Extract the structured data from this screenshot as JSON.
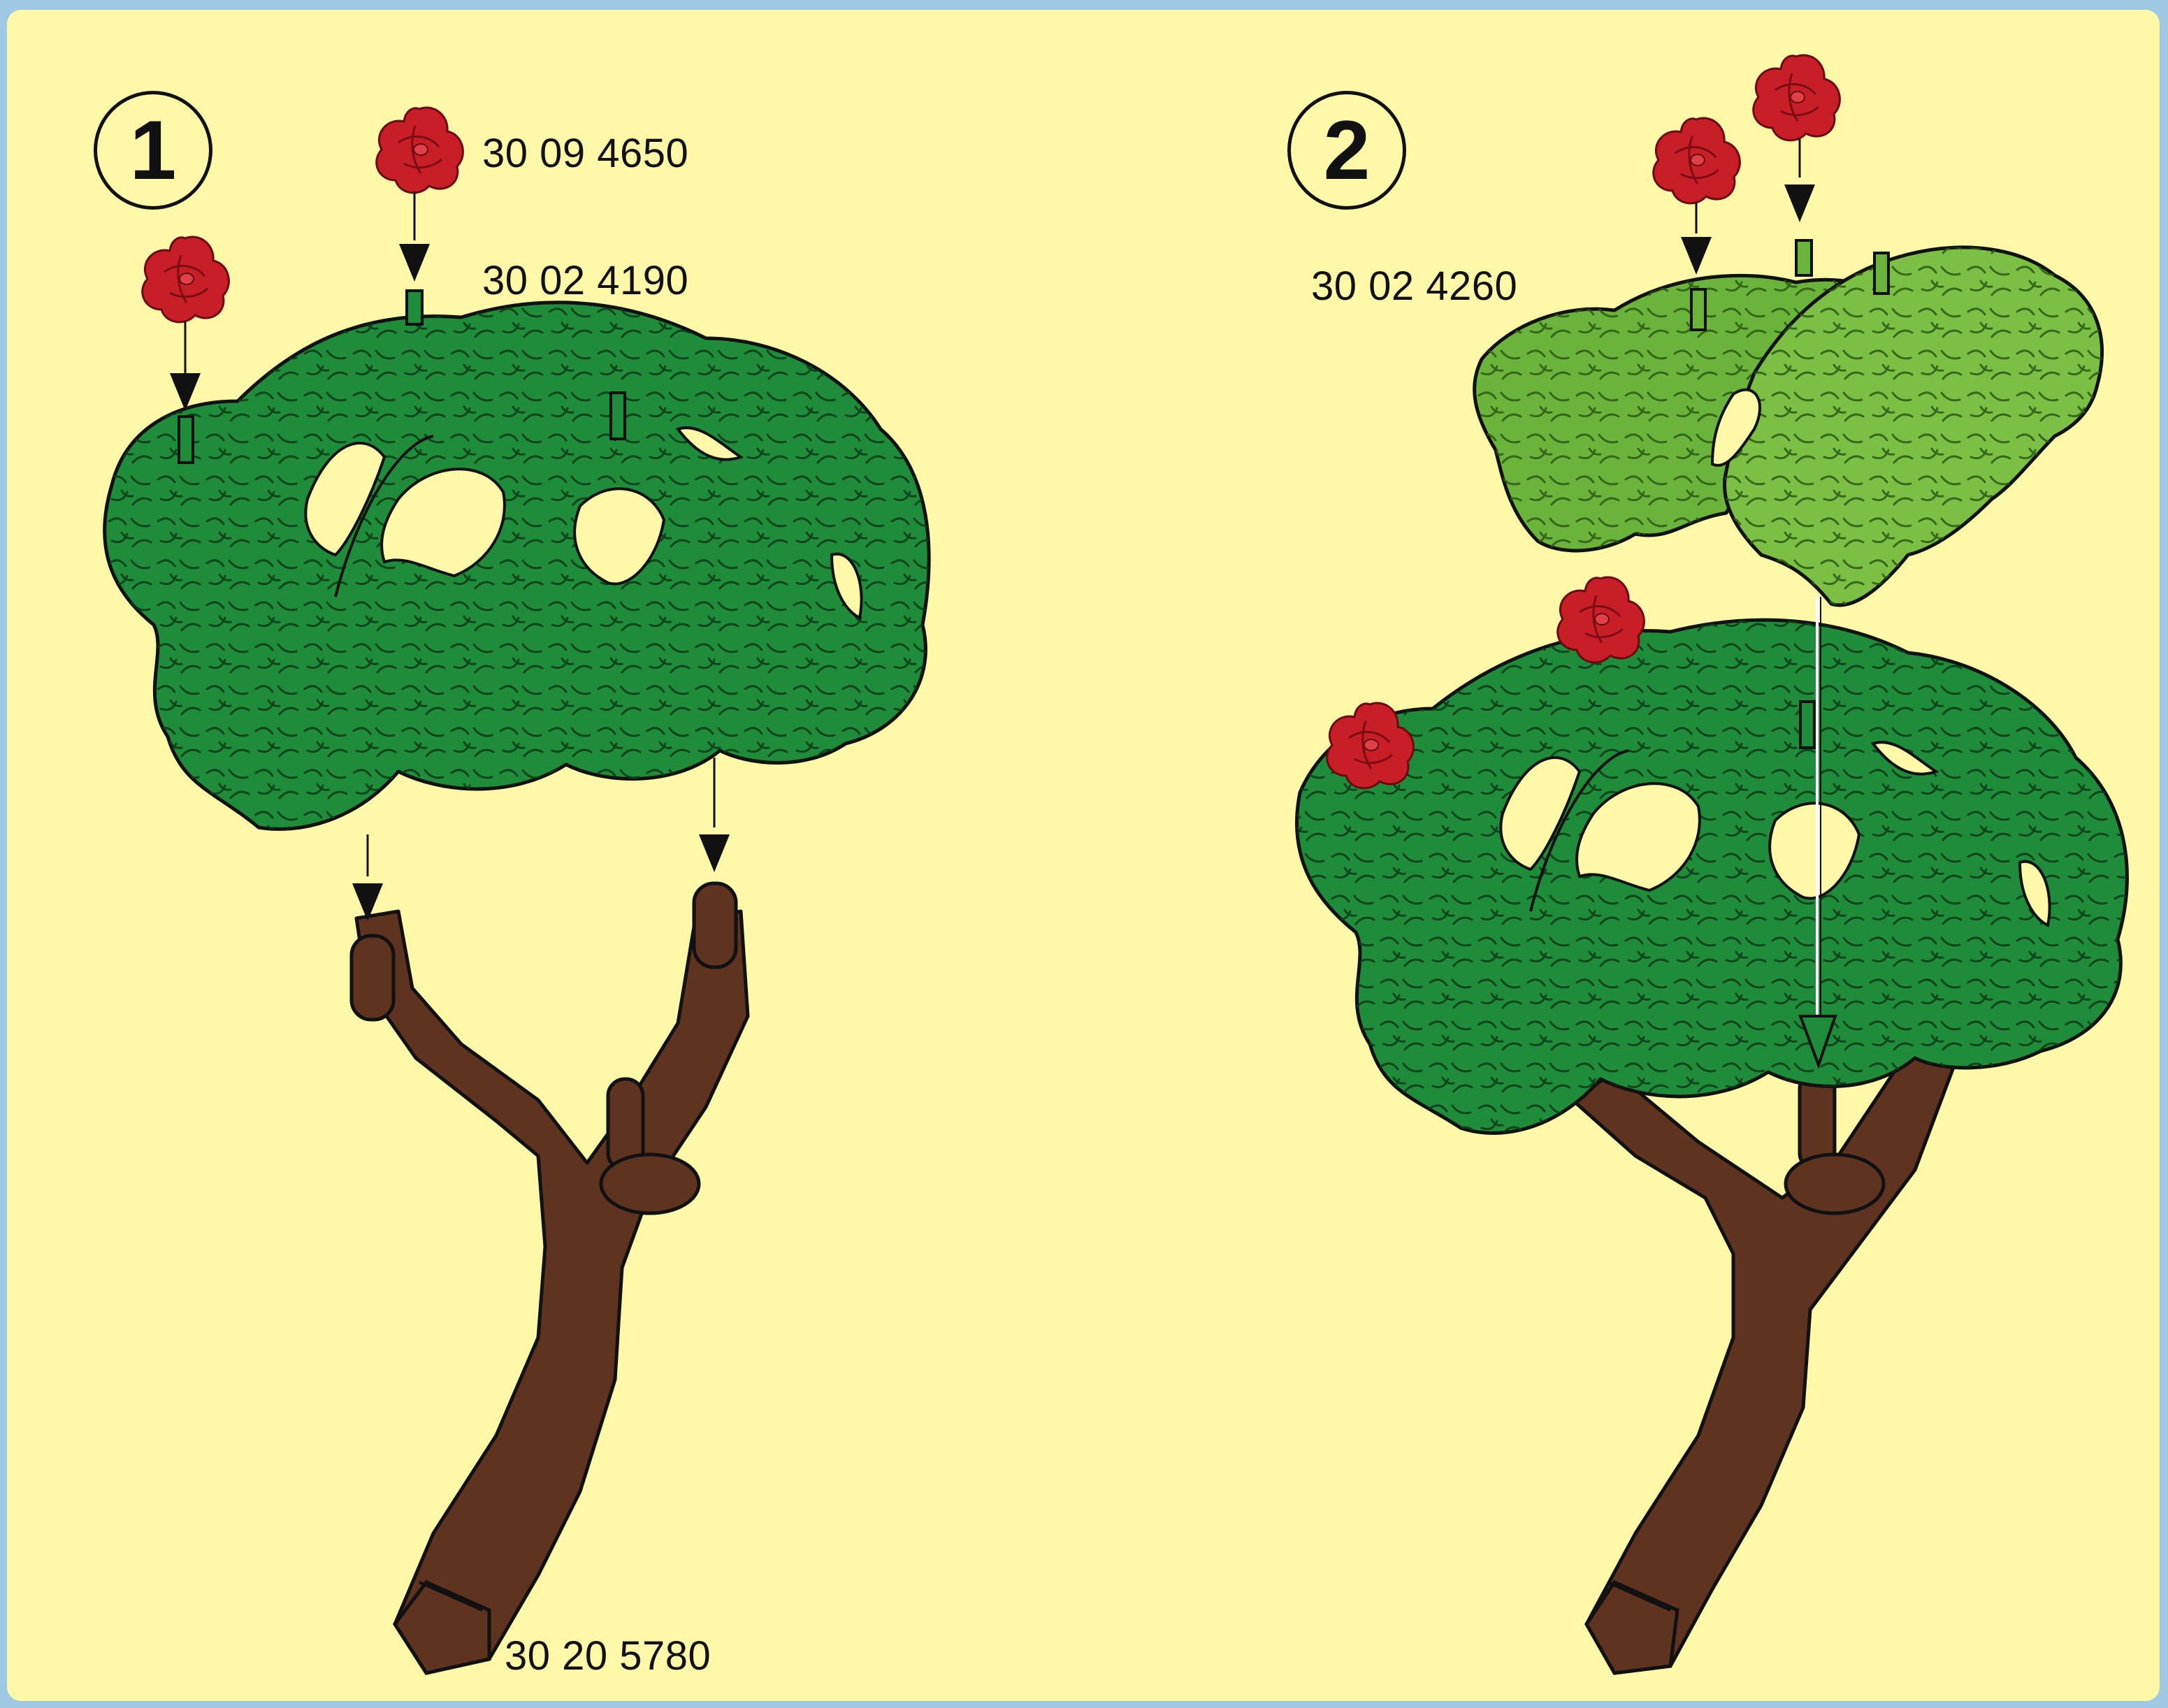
{
  "steps": [
    {
      "number": "1"
    },
    {
      "number": "2"
    }
  ],
  "parts": {
    "flower": "30 09 4650",
    "flower_peg": "30 02 4190",
    "canopy_top": "30 02 4260",
    "trunk": "30 20 5780"
  },
  "colors": {
    "background": "#fff8a8",
    "canopy_dark": "#1e8c3a",
    "canopy_light": "#6ab43c",
    "trunk": "#5e3320",
    "flower": "#c81e28",
    "outline": "#111111"
  },
  "icons": [
    "red-flower-icon",
    "tree-canopy-icon",
    "tree-trunk-icon",
    "down-arrow-icon"
  ]
}
